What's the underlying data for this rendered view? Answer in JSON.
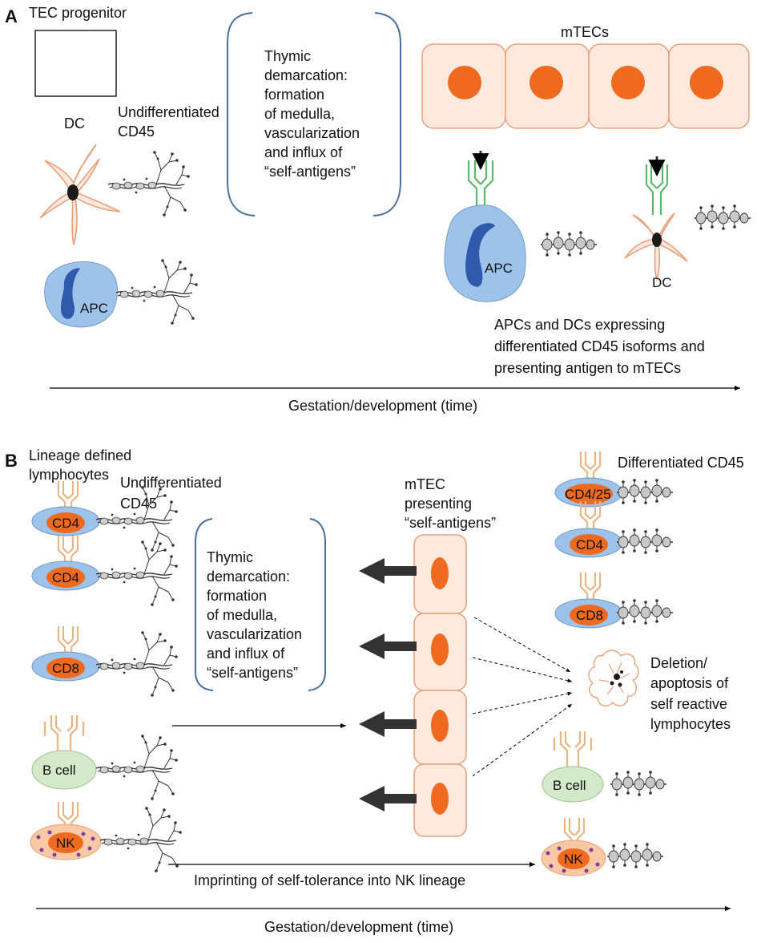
{
  "panel_a": {
    "letter": "A",
    "tec_progenitor": "TEC progenitor",
    "dc_label": "DC",
    "undiff_line1": "Undifferentiated",
    "undiff_line2": "CD45",
    "apc_label": "APC",
    "demarcation_lines": [
      "Thymic",
      "demarcation:",
      "formation",
      "of medulla,",
      "vascularization",
      "and influx of",
      "“self-antigens”"
    ],
    "mtecs_title": "mTECs",
    "apc_right": "APC",
    "dc_right": "DC",
    "caption_lines": [
      "APCs and DCs expressing",
      "differentiated CD45 isoforms and",
      "presenting antigen to mTECs"
    ],
    "timeline": "Gestation/development (time)"
  },
  "panel_b": {
    "letter": "B",
    "lineage_line1": "Lineage defined",
    "lineage_line2": "lymphocytes",
    "undiff_line1": "Undifferentiated",
    "undiff_line2": "CD45",
    "cells_left": [
      "CD4",
      "CD4",
      "CD8",
      "B cell",
      "NK"
    ],
    "demarcation_lines": [
      "Thymic",
      "demarcation:",
      "formation",
      "of medulla,",
      "vascularization",
      "and influx of",
      "“self-antigens”"
    ],
    "mtec_lines": [
      "mTEC",
      "presenting",
      "“self-antigens”"
    ],
    "diff_cd45": "Differentiated CD45",
    "cells_right": [
      "CD4/25",
      "CD4",
      "CD8",
      "B cell",
      "NK"
    ],
    "deletion_lines": [
      "Deletion/",
      "apoptosis of",
      "self reactive",
      "lymphocytes"
    ],
    "imprinting": "Imprinting of self-tolerance into NK lineage",
    "timeline": "Gestation/development (time)"
  },
  "colors": {
    "cell_blue": "#9ec3ea",
    "nucleus_orange": "#ef6a1e",
    "nucleus_blue": "#2f5aab",
    "mtec_fill": "#fde9de",
    "mtec_stroke": "#e8a07a",
    "dc_stroke": "#e8a07a",
    "bracket": "#4a6f9e",
    "bcell_green": "#d4e9c9",
    "nk_fill": "#f9c9a6",
    "receptor": "#e8b587",
    "receptor_green": "#5cb86a"
  }
}
